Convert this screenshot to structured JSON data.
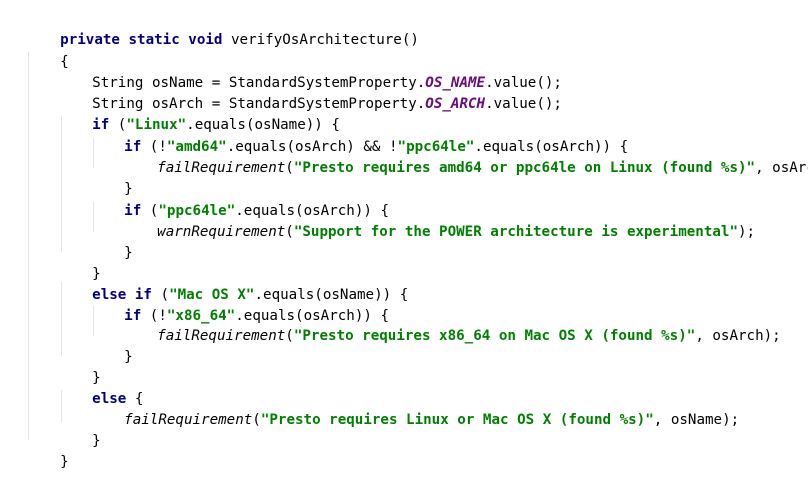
{
  "code": {
    "l1": {
      "kw": "private static void",
      "rest": " verifyOsArchitecture()"
    },
    "l2": {
      "text": "{"
    },
    "l3": {
      "a": "String osName = StandardSystemProperty.",
      "const": "OS_NAME",
      "b": ".value();"
    },
    "l4": {
      "a": "String osArch = StandardSystemProperty.",
      "const": "OS_ARCH",
      "b": ".value();"
    },
    "l5": {
      "kw": "if",
      "a": " (",
      "str": "\"Linux\"",
      "b": ".equals(osName)) {"
    },
    "l6": {
      "kw": "if",
      "a": " (!",
      "str1": "\"amd64\"",
      "b": ".equals(osArch) && !",
      "str2": "\"ppc64le\"",
      "c": ".equals(osArch)) {"
    },
    "l7": {
      "call": "failRequirement",
      "a": "(",
      "str": "\"Presto requires amd64 or ppc64le on Linux (found %s)\"",
      "b": ", osArch);"
    },
    "l8": {
      "text": "}"
    },
    "l9": {
      "kw": "if",
      "a": " (",
      "str": "\"ppc64le\"",
      "b": ".equals(osArch)) {"
    },
    "l10": {
      "call": "warnRequirement",
      "a": "(",
      "str": "\"Support for the POWER architecture is experimental\"",
      "b": ");"
    },
    "l11": {
      "text": "}"
    },
    "l12": {
      "text": "}"
    },
    "l13": {
      "kw": "else if",
      "a": " (",
      "str": "\"Mac OS X\"",
      "b": ".equals(osName)) {"
    },
    "l14": {
      "kw": "if",
      "a": " (!",
      "str": "\"x86_64\"",
      "b": ".equals(osArch)) {"
    },
    "l15": {
      "call": "failRequirement",
      "a": "(",
      "str": "\"Presto requires x86_64 on Mac OS X (found %s)\"",
      "b": ", osArch);"
    },
    "l16": {
      "text": "}"
    },
    "l17": {
      "text": "}"
    },
    "l18": {
      "kw": "else",
      "a": " {"
    },
    "l19": {
      "call": "failRequirement",
      "a": "(",
      "str": "\"Presto requires Linux or Mac OS X (found %s)\"",
      "b": ", osName);"
    },
    "l20": {
      "text": "}"
    },
    "l21": {
      "text": "}"
    }
  }
}
